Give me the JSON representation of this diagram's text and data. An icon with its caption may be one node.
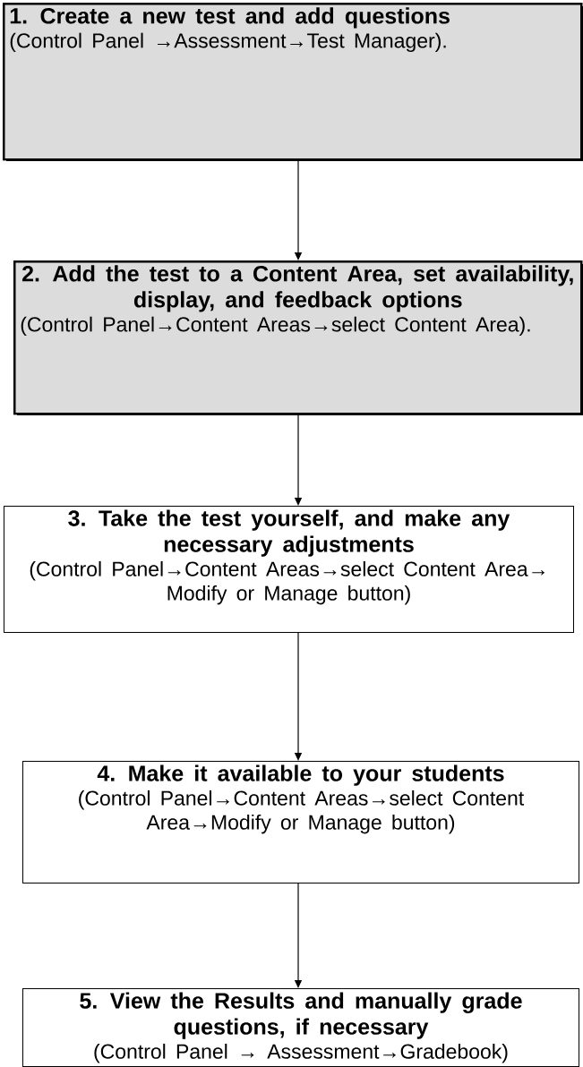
{
  "diagram": {
    "nodes": [
      {
        "text": [
          "1.  Create a new test and add questions",
          "(Control Panel →Assessment→Test Manager)."
        ]
      },
      {
        "text": [
          "2.  Add the test to a Content Area, set availability, display, and feedback options",
          "(Control Panel→Content Areas→select Content Area)."
        ]
      },
      {
        "text": [
          "3.  Take the test yourself, and make any necessary adjustments",
          "(Control Panel→Content Areas→select Content Area→ Modify or Manage button)"
        ]
      },
      {
        "text": [
          "4.  Make it available to your students",
          "(Control Panel→Content Areas→select Content Area→Modify or Manage button)"
        ]
      },
      {
        "text": [
          "5.  View the Results and manually grade questions, if necessary",
          "(Control Panel → Assessment→Gradebook)"
        ]
      }
    ],
    "edges": [
      {
        "from": 0,
        "to": 1,
        "arrow": "to"
      },
      {
        "from": 1,
        "to": 2,
        "arrow": "to"
      },
      {
        "from": 2,
        "to": 3,
        "arrow": "to"
      },
      {
        "from": 3,
        "to": 4,
        "arrow": "to"
      }
    ]
  }
}
